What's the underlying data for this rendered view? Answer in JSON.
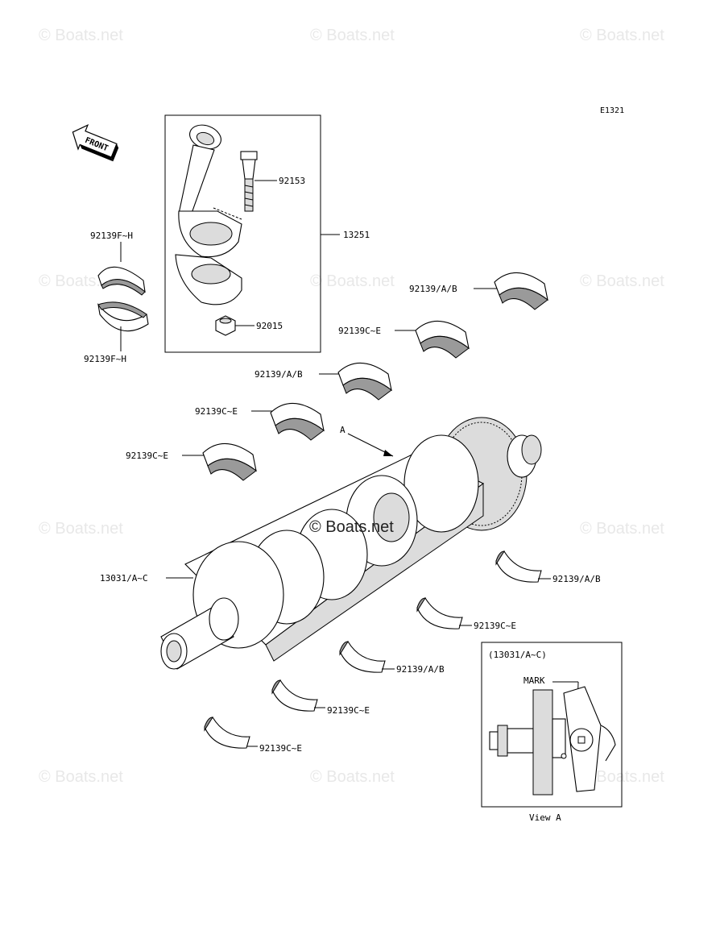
{
  "diagram_code": "E1321",
  "front_label": "FRONT",
  "watermark": "© Boats.net",
  "center_watermark": "© Boats.net",
  "labels": {
    "bolt": "92153",
    "conrod_assy": "13251",
    "nut": "92015",
    "conrod_bearing_upper": "92139F~H",
    "conrod_bearing_lower": "92139F~H",
    "main_1": "92139/A/B",
    "main_2": "92139C~E",
    "main_3": "92139/A/B",
    "main_4": "92139C~E",
    "main_5": "92139C~E",
    "view_pointer": "A",
    "crankshaft": "13031/A~C",
    "main_6": "92139/A/B",
    "main_7": "92139C~E",
    "main_8": "92139/A/B",
    "main_9": "92139C~E",
    "main_10": "92139C~E"
  },
  "inset": {
    "ref": "(13031/A~C)",
    "mark": "MARK",
    "caption": "View A"
  }
}
